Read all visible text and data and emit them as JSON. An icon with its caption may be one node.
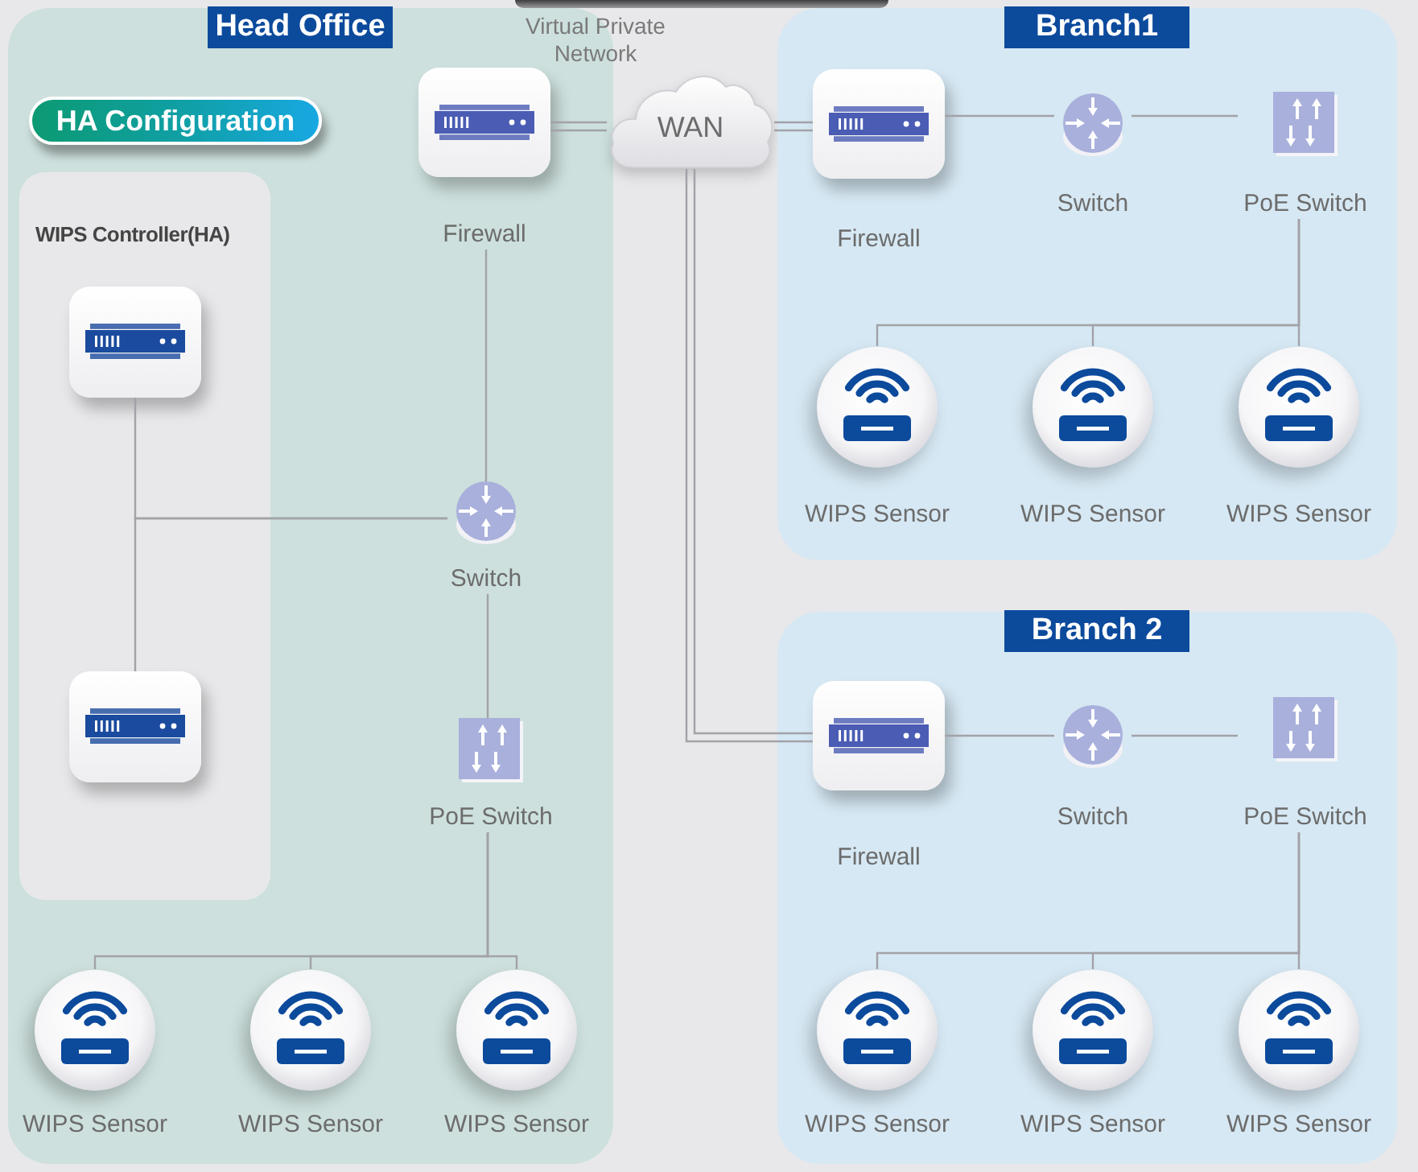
{
  "diagram": {
    "nodes": [
      {
        "text": [
          "Head Office"
        ]
      },
      {
        "text": [
          "HA Configuration"
        ],
        "in": 0
      },
      {
        "text": [
          "WIPS Controller(HA)"
        ],
        "in": 0
      },
      {
        "text": [],
        "shape": "box",
        "in": 2
      },
      {
        "text": [],
        "shape": "box",
        "in": 2
      },
      {
        "text": [
          "Firewall"
        ],
        "in": 0
      },
      {
        "text": [
          "WAN"
        ],
        "beside": [
          "Virtual Private Network"
        ]
      },
      {
        "text": [
          "Switch"
        ],
        "in": 0
      },
      {
        "text": [
          "PoE Switch"
        ],
        "in": 0
      },
      {
        "text": [
          "WIPS Sensor"
        ],
        "in": 0
      },
      {
        "text": [
          "WIPS Sensor"
        ],
        "in": 0
      },
      {
        "text": [
          "WIPS Sensor"
        ],
        "in": 0
      },
      {
        "text": [
          "Branch1"
        ]
      },
      {
        "text": [
          "Firewall"
        ],
        "in": 12
      },
      {
        "text": [
          "Switch"
        ],
        "in": 12
      },
      {
        "text": [
          "PoE Switch"
        ],
        "in": 12
      },
      {
        "text": [
          "WIPS Sensor"
        ],
        "in": 12
      },
      {
        "text": [
          "WIPS Sensor"
        ],
        "in": 12
      },
      {
        "text": [
          "WIPS Sensor"
        ],
        "in": 12
      },
      {
        "text": [
          "Branch 2"
        ]
      },
      {
        "text": [
          "Firewall"
        ],
        "in": 19
      },
      {
        "text": [
          "Switch"
        ],
        "in": 19
      },
      {
        "text": [
          "PoE Switch"
        ],
        "in": 19
      },
      {
        "text": [
          "WIPS Sensor"
        ],
        "in": 19
      },
      {
        "text": [
          "WIPS Sensor"
        ],
        "in": 19
      },
      {
        "text": [
          "WIPS Sensor"
        ],
        "in": 19
      }
    ],
    "edges": [
      {
        "from": 5,
        "to": 6,
        "arrow": "none"
      },
      {
        "from": 6,
        "to": 13,
        "arrow": "none"
      },
      {
        "from": 6,
        "to": 20,
        "arrow": "none"
      },
      {
        "from": 5,
        "to": 7,
        "arrow": "none"
      },
      {
        "from": 3,
        "to": 7,
        "arrow": "none"
      },
      {
        "from": 4,
        "to": 7,
        "arrow": "none"
      },
      {
        "from": 7,
        "to": 8,
        "arrow": "none"
      },
      {
        "from": 8,
        "to": 9,
        "arrow": "none"
      },
      {
        "from": 8,
        "to": 10,
        "arrow": "none"
      },
      {
        "from": 8,
        "to": 11,
        "arrow": "none"
      },
      {
        "from": 13,
        "to": 14,
        "arrow": "none"
      },
      {
        "from": 14,
        "to": 15,
        "arrow": "none"
      },
      {
        "from": 15,
        "to": 16,
        "arrow": "none"
      },
      {
        "from": 15,
        "to": 17,
        "arrow": "none"
      },
      {
        "from": 15,
        "to": 18,
        "arrow": "none"
      },
      {
        "from": 20,
        "to": 21,
        "arrow": "none"
      },
      {
        "from": 21,
        "to": 22,
        "arrow": "none"
      },
      {
        "from": 22,
        "to": 23,
        "arrow": "none"
      },
      {
        "from": 22,
        "to": 24,
        "arrow": "none"
      },
      {
        "from": 22,
        "to": 25,
        "arrow": "none"
      }
    ]
  }
}
